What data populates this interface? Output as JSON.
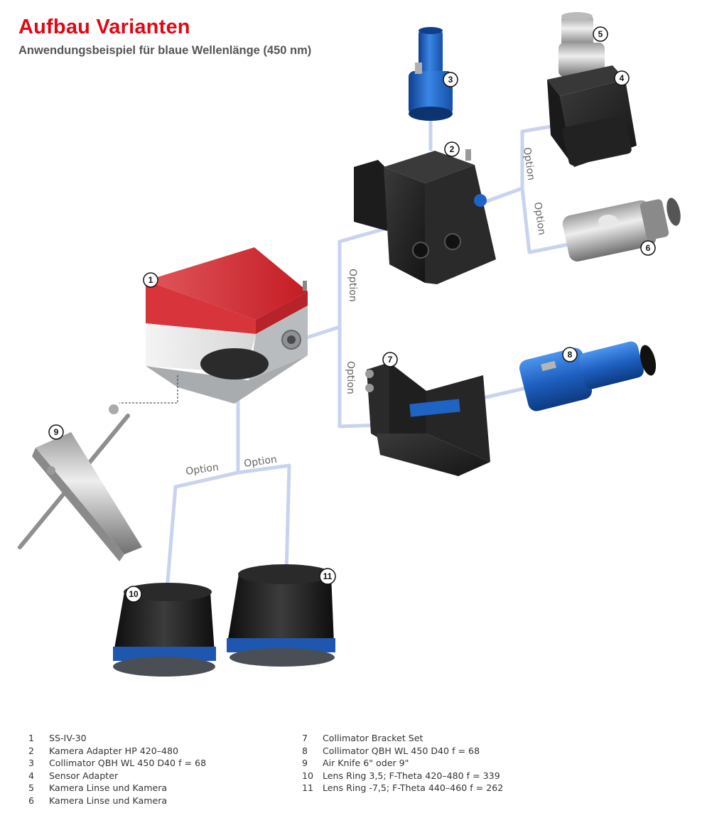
{
  "title": "Aufbau Varianten",
  "subtitle": "Anwendungsbeispiel für blaue Wellenlänge (450 nm)",
  "option_label": "Option",
  "badges": [
    "1",
    "2",
    "3",
    "4",
    "5",
    "6",
    "7",
    "8",
    "9",
    "10",
    "11"
  ],
  "colors": {
    "title_red": "#e30613",
    "beam_blue": "#c9d3ef",
    "collimator_blue": "#1f63c4",
    "housing_red": "#d7262f",
    "housing_silver": "#c9cbcd",
    "part_black": "#252525"
  },
  "legend_left": [
    {
      "num": "1",
      "text": "SS-IV-30"
    },
    {
      "num": "2",
      "text": "Kamera Adapter HP 420–480"
    },
    {
      "num": "3",
      "text": "Collimator QBH WL 450 D40 f = 68"
    },
    {
      "num": "4",
      "text": "Sensor Adapter"
    },
    {
      "num": "5",
      "text": "Kamera Linse und Kamera"
    },
    {
      "num": "6",
      "text": "Kamera Linse und Kamera"
    }
  ],
  "legend_right": [
    {
      "num": "7",
      "text": "Collimator Bracket Set"
    },
    {
      "num": "8",
      "text": "Collimator QBH WL 450 D40 f = 68"
    },
    {
      "num": "9",
      "text": "Air Knife 6\" oder 9\""
    },
    {
      "num": "10",
      "text": "Lens Ring 3,5; F-Theta 420–480 f = 339"
    },
    {
      "num": "11",
      "text": "Lens Ring -7,5; F-Theta 440–460 f = 262"
    }
  ]
}
